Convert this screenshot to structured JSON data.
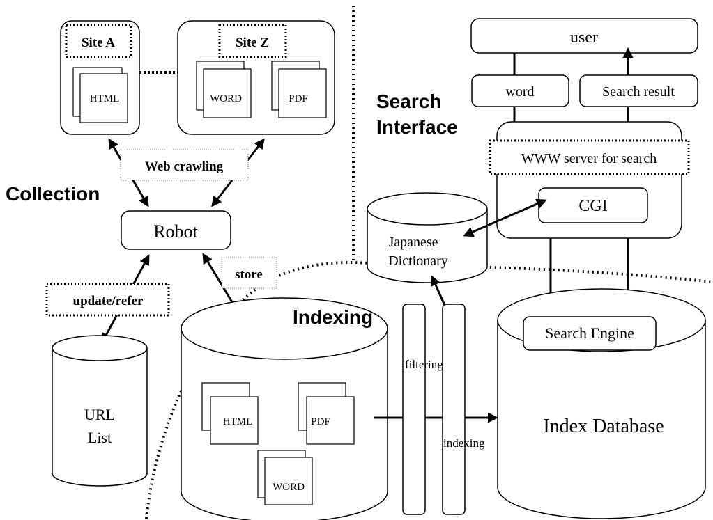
{
  "regions": {
    "collection": "Collection",
    "search_interface_line1": "Search",
    "search_interface_line2": "Interface",
    "indexing": "Indexing"
  },
  "sites": {
    "site_a": "Site A",
    "site_z": "Site Z",
    "html": "HTML",
    "word": "WORD",
    "pdf": "PDF"
  },
  "crawl": {
    "web_crawling": "Web crawling",
    "robot": "Robot",
    "update_refer": "update/refer",
    "store": "store",
    "url_list_line1": "URL",
    "url_list_line2": "List"
  },
  "store_db": {
    "html": "HTML",
    "pdf": "PDF",
    "word": "WORD"
  },
  "search": {
    "user": "user",
    "word": "word",
    "search_result": "Search result",
    "www_server": "WWW server for search",
    "cgi": "CGI",
    "dictionary_line1": "Japanese",
    "dictionary_line2": "Dictionary"
  },
  "pipeline": {
    "filtering": "filtering",
    "indexing": "indexing",
    "search_engine": "Search Engine",
    "index_database": "Index Database"
  }
}
